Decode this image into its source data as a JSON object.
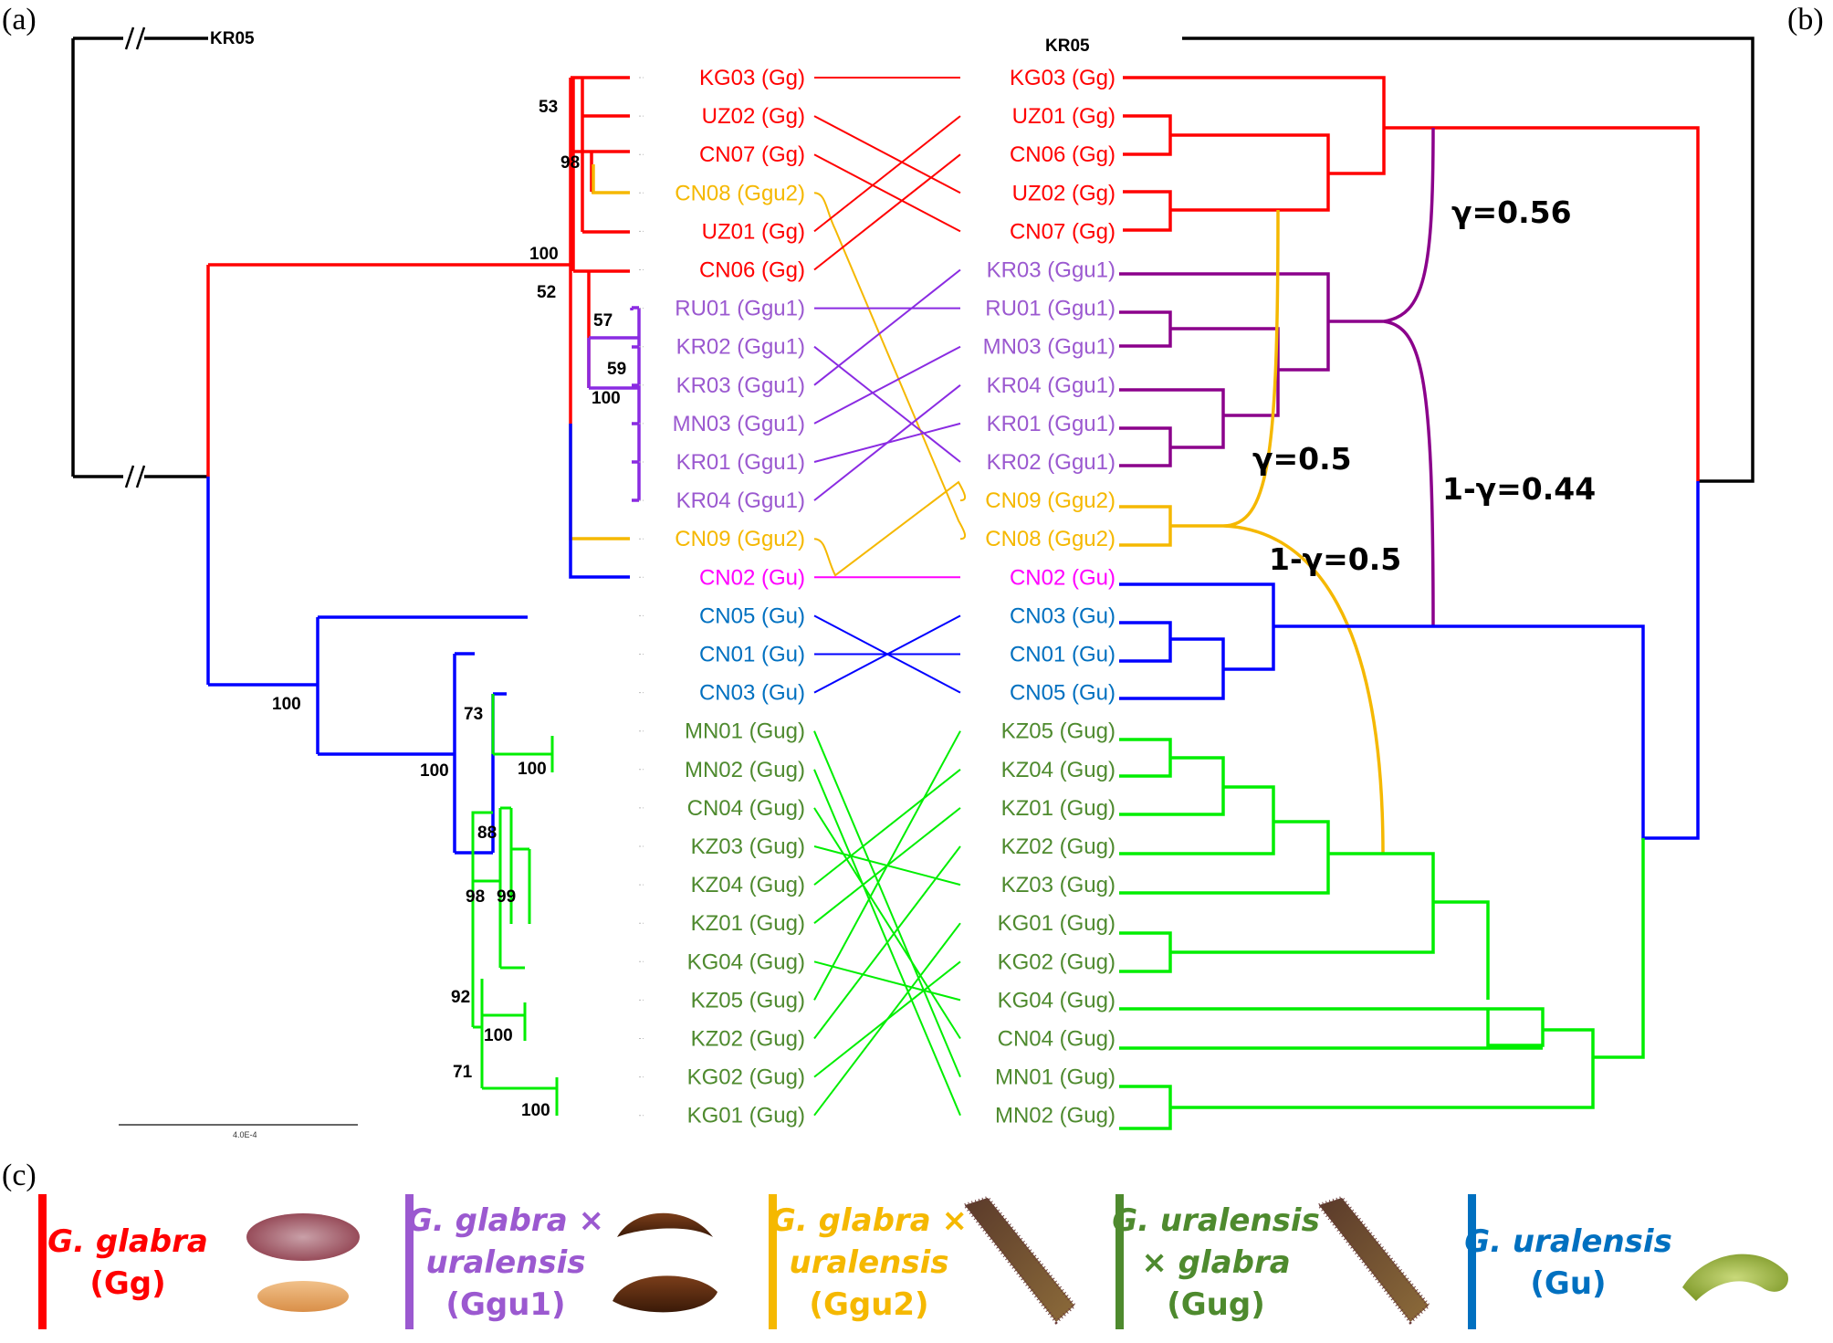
{
  "panels": {
    "a": "(a)",
    "b": "(b)",
    "c": "(c)"
  },
  "outgroup": "KR05",
  "colors": {
    "Gg": "#ff0000",
    "Ggu1": "#9b59d0",
    "Ggu2": "#f5b800",
    "Gu": "#0070c0",
    "Gug": "#4e8a2e",
    "CN02": "#ff00ff"
  },
  "branch_colors": {
    "red": "#ff0000",
    "blue": "#0000ff",
    "purple_a": "#8a2be2",
    "purple_b": "#8b008b",
    "orange": "#f5b800",
    "green": "#00ee00",
    "black": "#000000"
  },
  "left_tips": [
    {
      "label": "KG03 (Gg)",
      "group": "Gg"
    },
    {
      "label": "UZ02 (Gg)",
      "group": "Gg"
    },
    {
      "label": "CN07 (Gg)",
      "group": "Gg"
    },
    {
      "label": "CN08 (Ggu2)",
      "group": "Ggu2"
    },
    {
      "label": "UZ01 (Gg)",
      "group": "Gg"
    },
    {
      "label": "CN06 (Gg)",
      "group": "Gg"
    },
    {
      "label": "RU01 (Ggu1)",
      "group": "Ggu1"
    },
    {
      "label": "KR02 (Ggu1)",
      "group": "Ggu1"
    },
    {
      "label": "KR03 (Ggu1)",
      "group": "Ggu1"
    },
    {
      "label": "MN03 (Ggu1)",
      "group": "Ggu1"
    },
    {
      "label": "KR01 (Ggu1)",
      "group": "Ggu1"
    },
    {
      "label": "KR04 (Ggu1)",
      "group": "Ggu1"
    },
    {
      "label": "CN09 (Ggu2)",
      "group": "Ggu2"
    },
    {
      "label": "CN02 (Gu)",
      "group": "CN02"
    },
    {
      "label": "CN05 (Gu)",
      "group": "Gu"
    },
    {
      "label": "CN01 (Gu)",
      "group": "Gu"
    },
    {
      "label": "CN03 (Gu)",
      "group": "Gu"
    },
    {
      "label": "MN01 (Gug)",
      "group": "Gug"
    },
    {
      "label": "MN02 (Gug)",
      "group": "Gug"
    },
    {
      "label": "CN04 (Gug)",
      "group": "Gug"
    },
    {
      "label": "KZ03 (Gug)",
      "group": "Gug"
    },
    {
      "label": "KZ04 (Gug)",
      "group": "Gug"
    },
    {
      "label": "KZ01 (Gug)",
      "group": "Gug"
    },
    {
      "label": "KG04 (Gug)",
      "group": "Gug"
    },
    {
      "label": "KZ05 (Gug)",
      "group": "Gug"
    },
    {
      "label": "KZ02 (Gug)",
      "group": "Gug"
    },
    {
      "label": "KG02 (Gug)",
      "group": "Gug"
    },
    {
      "label": "KG01 (Gug)",
      "group": "Gug"
    }
  ],
  "right_tips": [
    {
      "label": "KG03 (Gg)",
      "group": "Gg"
    },
    {
      "label": "UZ01 (Gg)",
      "group": "Gg"
    },
    {
      "label": "CN06 (Gg)",
      "group": "Gg"
    },
    {
      "label": "UZ02 (Gg)",
      "group": "Gg"
    },
    {
      "label": "CN07 (Gg)",
      "group": "Gg"
    },
    {
      "label": "KR03 (Ggu1)",
      "group": "Ggu1"
    },
    {
      "label": "RU01 (Ggu1)",
      "group": "Ggu1"
    },
    {
      "label": "MN03 (Ggu1)",
      "group": "Ggu1"
    },
    {
      "label": "KR04 (Ggu1)",
      "group": "Ggu1"
    },
    {
      "label": "KR01 (Ggu1)",
      "group": "Ggu1"
    },
    {
      "label": "KR02 (Ggu1)",
      "group": "Ggu1"
    },
    {
      "label": "CN09 (Ggu2)",
      "group": "Ggu2"
    },
    {
      "label": "CN08 (Ggu2)",
      "group": "Ggu2"
    },
    {
      "label": "CN02 (Gu)",
      "group": "CN02"
    },
    {
      "label": "CN03 (Gu)",
      "group": "Gu"
    },
    {
      "label": "CN01 (Gu)",
      "group": "Gu"
    },
    {
      "label": "CN05 (Gu)",
      "group": "Gu"
    },
    {
      "label": "KZ05 (Gug)",
      "group": "Gug"
    },
    {
      "label": "KZ04 (Gug)",
      "group": "Gug"
    },
    {
      "label": "KZ01 (Gug)",
      "group": "Gug"
    },
    {
      "label": "KZ02 (Gug)",
      "group": "Gug"
    },
    {
      "label": "KZ03 (Gug)",
      "group": "Gug"
    },
    {
      "label": "KG01 (Gug)",
      "group": "Gug"
    },
    {
      "label": "KG02 (Gug)",
      "group": "Gug"
    },
    {
      "label": "KG04 (Gug)",
      "group": "Gug"
    },
    {
      "label": "CN04 (Gug)",
      "group": "Gug"
    },
    {
      "label": "MN01 (Gug)",
      "group": "Gug"
    },
    {
      "label": "MN02 (Gug)",
      "group": "Gug"
    }
  ],
  "support_values": [
    "53",
    "98",
    "100",
    "52",
    "57",
    "59",
    "100",
    "100",
    "73",
    "100",
    "100",
    "88",
    "98",
    "99",
    "92",
    "100",
    "71",
    "100"
  ],
  "scale_bar_label": "4.0E-4",
  "inheritance": {
    "gamma_ggu1": "γ=0.56",
    "one_minus_gamma_ggu1": "1-γ=0.44",
    "gamma_ggu2": "γ=0.5",
    "one_minus_gamma_ggu2": "1-γ=0.5"
  },
  "legend": [
    {
      "lines": [
        "G. glabra",
        "(Gg)"
      ],
      "italic_lines": [
        0
      ],
      "color": "#ff0000",
      "bar": "#ff0000",
      "image": "pod-icon"
    },
    {
      "lines": [
        "G. glabra ×",
        "uralensis",
        "(Ggu1)"
      ],
      "italic_lines": [
        0,
        1
      ],
      "color": "#9b59d0",
      "bar": "#9b59d0",
      "image": "pod-icon"
    },
    {
      "lines": [
        "G. glabra ×",
        "uralensis",
        "(Ggu2)"
      ],
      "italic_lines": [
        0,
        1
      ],
      "color": "#f5b800",
      "bar": "#f5b800",
      "image": "pod-icon"
    },
    {
      "lines": [
        "G. uralensis",
        "× glabra",
        "(Gug)"
      ],
      "italic_lines": [
        0,
        1
      ],
      "color": "#4e8a2e",
      "bar": "#4e8a2e",
      "image": "pod-icon"
    },
    {
      "lines": [
        "G. uralensis",
        "(Gu)"
      ],
      "italic_lines": [
        0
      ],
      "color": "#0070c0",
      "bar": "#0070c0",
      "image": "pod-icon"
    }
  ]
}
